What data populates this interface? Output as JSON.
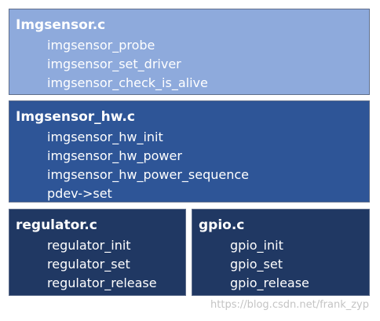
{
  "boxes": {
    "imgsensor": {
      "title": "Imgsensor.c",
      "functions": [
        "imgsensor_probe",
        "imgsensor_set_driver",
        "imgsensor_check_is_alive"
      ]
    },
    "imgsensor_hw": {
      "title": "Imgsensor_hw.c",
      "functions": [
        "imgsensor_hw_init",
        "imgsensor_hw_power",
        "imgsensor_hw_power_sequence",
        "pdev->set"
      ]
    },
    "regulator": {
      "title": "regulator.c",
      "functions": [
        "regulator_init",
        "regulator_set",
        "regulator_release"
      ]
    },
    "gpio": {
      "title": "gpio.c",
      "functions": [
        "gpio_init",
        "gpio_set",
        "gpio_release"
      ]
    }
  },
  "watermark": "https://blog.csdn.net/frank_zyp",
  "colors": {
    "imgsensor_fill": "#8eaadc",
    "imgsensor_hw_fill": "#2e5597",
    "regulator_fill": "#203863",
    "gpio_fill": "#203863",
    "text": "#ffffff"
  }
}
